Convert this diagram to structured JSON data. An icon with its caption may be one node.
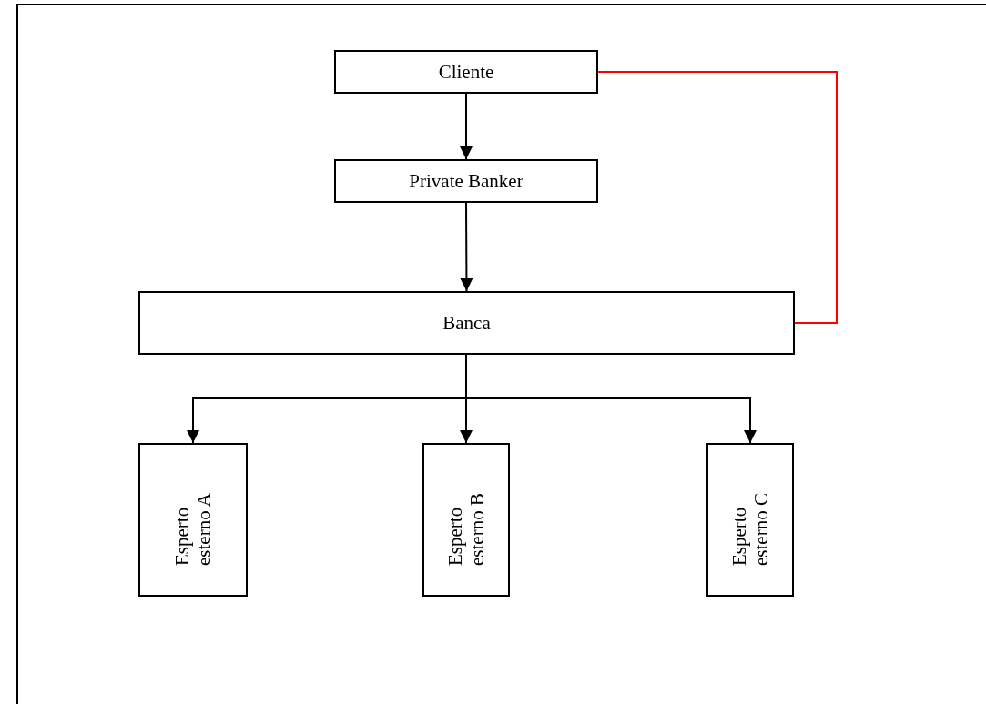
{
  "diagram": {
    "nodes": [
      {
        "text": [
          "Cliente"
        ]
      },
      {
        "text": [
          "Private Banker"
        ]
      },
      {
        "text": [
          "Banca"
        ]
      },
      {
        "text": [
          "Esperto esterno A"
        ]
      },
      {
        "text": [
          "Esperto esterno B"
        ]
      },
      {
        "text": [
          "Esperto esterno C"
        ]
      }
    ],
    "edges": [
      {
        "from": 0,
        "to": 1,
        "arrow": "to"
      },
      {
        "from": 1,
        "to": 2,
        "arrow": "to"
      },
      {
        "from": 0,
        "to": 2,
        "arrow": "none",
        "color": "#ff0000"
      },
      {
        "from": 2,
        "to": 3,
        "arrow": "to"
      },
      {
        "from": 2,
        "to": 4,
        "arrow": "to"
      },
      {
        "from": 2,
        "to": 5,
        "arrow": "to"
      }
    ]
  }
}
